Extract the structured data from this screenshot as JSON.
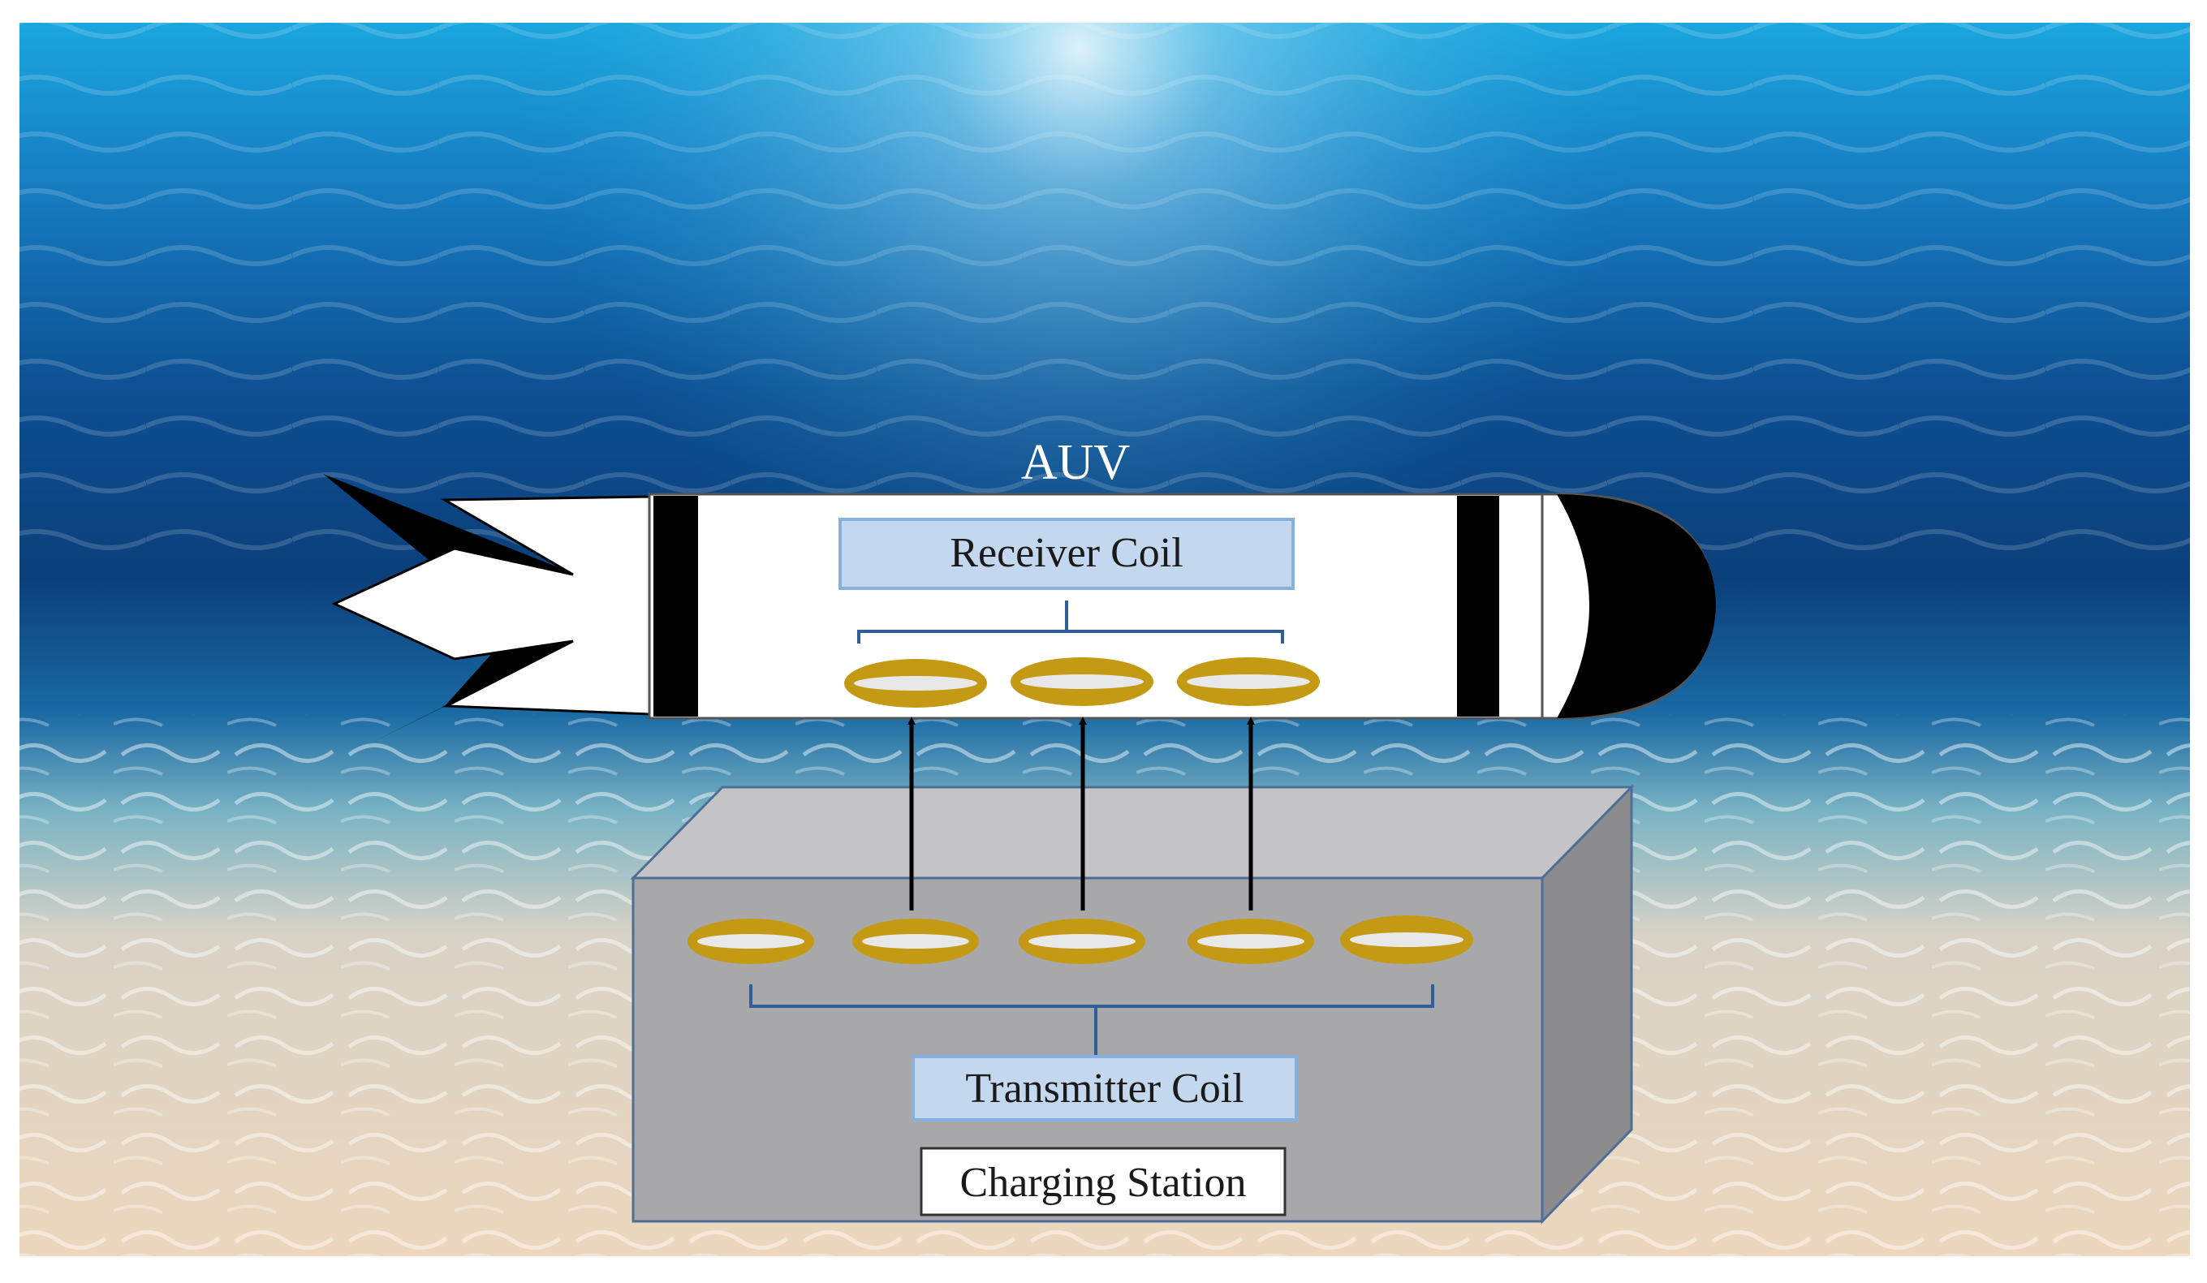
{
  "labels": {
    "vehicle": "AUV",
    "receiver": "Receiver Coil",
    "transmitter": "Transmitter Coil",
    "station": "Charging Station"
  },
  "receiver_coil_count": 3,
  "transmitter_coil_count": 5,
  "transfer_arrow_count": 3,
  "colors": {
    "water_surface": "#19a3de",
    "water_deep": "#0b3f7a",
    "sand": "#ecd9c2",
    "coil": "#c49a14",
    "station_face": "#a8a8aa",
    "station_top": "#c4c4c6",
    "station_side": "#8c8c8e",
    "label_box": "#c3d7ee",
    "label_border": "#88b0dc",
    "bracket": "#2f5f96",
    "auv_body": "#ffffff",
    "auv_dark": "#000000"
  }
}
